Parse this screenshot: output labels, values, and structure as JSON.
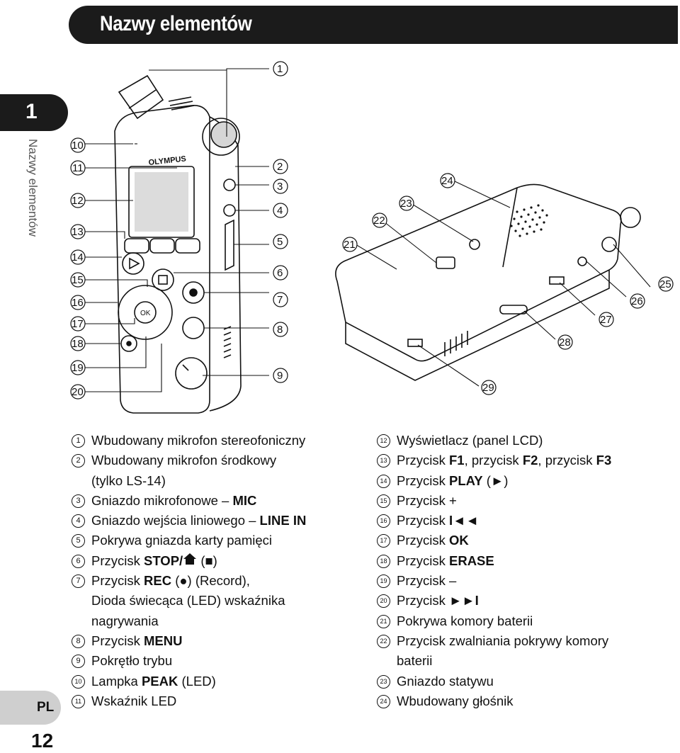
{
  "header": {
    "title": "Nazwy elementów"
  },
  "side": {
    "chapter": "1",
    "label": "Nazwy elementów",
    "lang": "PL",
    "page": "12"
  },
  "callouts": [
    "1",
    "2",
    "3",
    "4",
    "5",
    "6",
    "7",
    "8",
    "9",
    "10",
    "11",
    "12",
    "13",
    "14",
    "15",
    "16",
    "17",
    "18",
    "19",
    "20",
    "21",
    "22",
    "23",
    "24",
    "25",
    "26",
    "27",
    "28",
    "29"
  ],
  "device": {
    "brand": "OLYMPUS",
    "ok_label": "OK"
  },
  "legend": {
    "i1": {
      "num": "1",
      "text": "Wbudowany mikrofon stereofoniczny"
    },
    "i2": {
      "num": "2",
      "text": "Wbudowany mikrofon środkowy",
      "line2": "(tylko LS-14)"
    },
    "i3": {
      "num": "3",
      "pre": "Gniazdo mikrofonowe – ",
      "bold": "MIC"
    },
    "i4": {
      "num": "4",
      "pre": "Gniazdo wejścia liniowego – ",
      "bold": "LINE IN"
    },
    "i5": {
      "num": "5",
      "text": "Pokrywa gniazda karty pamięci"
    },
    "i6": {
      "num": "6",
      "pre": "Przycisk ",
      "bold": "STOP/",
      "post": " (■)"
    },
    "i7": {
      "num": "7",
      "pre": "Przycisk ",
      "bold": "REC",
      "post": " (●) (Record),",
      "line2": "Dioda świecąca (LED) wskaźnika",
      "line3": "nagrywania"
    },
    "i8": {
      "num": "8",
      "pre": "Przycisk ",
      "bold": "MENU"
    },
    "i9": {
      "num": "9",
      "text": "Pokrętło trybu"
    },
    "i10": {
      "num": "10",
      "pre": "Lampka ",
      "bold": "PEAK",
      "post": " (LED)"
    },
    "i11": {
      "num": "11",
      "text": "Wskaźnik LED"
    },
    "i12": {
      "num": "12",
      "text": "Wyświetlacz (panel LCD)"
    },
    "i13": {
      "num": "13",
      "pre": "Przycisk ",
      "bold": "F1",
      "mid1": ", przycisk ",
      "bold2": "F2",
      "mid2": ", przycisk ",
      "bold3": "F3"
    },
    "i14": {
      "num": "14",
      "pre": "Przycisk ",
      "bold": "PLAY",
      "post": " (►)"
    },
    "i15": {
      "num": "15",
      "text": "Przycisk +"
    },
    "i16": {
      "num": "16",
      "pre": "Przycisk ",
      "bold": "I◄◄"
    },
    "i17": {
      "num": "17",
      "pre": "Przycisk ",
      "bold": "OK"
    },
    "i18": {
      "num": "18",
      "pre": "Przycisk ",
      "bold": "ERASE"
    },
    "i19": {
      "num": "19",
      "text": "Przycisk –"
    },
    "i20": {
      "num": "20",
      "pre": "Przycisk ",
      "bold": "►►I"
    },
    "i21": {
      "num": "21",
      "text": "Pokrywa komory baterii"
    },
    "i22": {
      "num": "22",
      "text": "Przycisk zwalniania pokrywy komory",
      "line2": "baterii"
    },
    "i23": {
      "num": "23",
      "text": "Gniazdo statywu"
    },
    "i24": {
      "num": "24",
      "text": "Wbudowany głośnik"
    }
  }
}
